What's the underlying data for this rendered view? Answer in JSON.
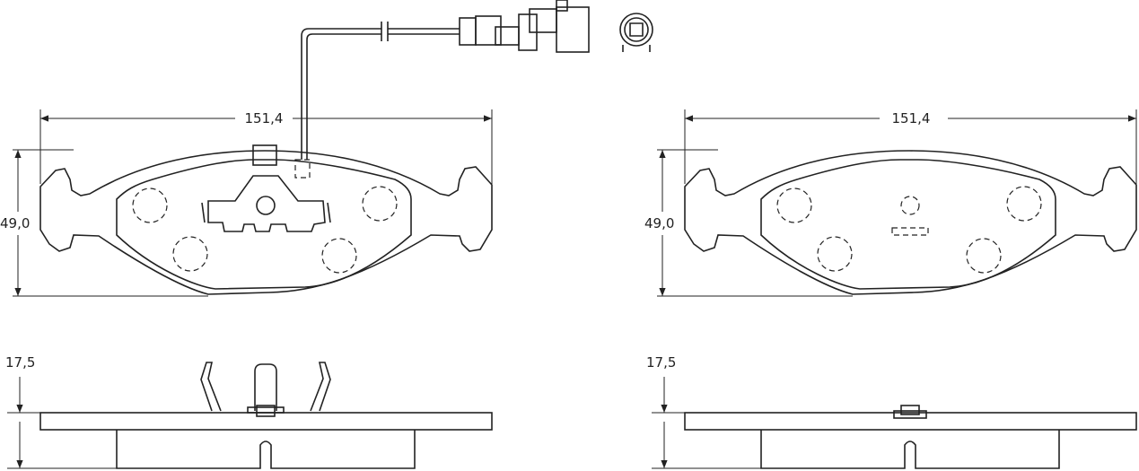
{
  "dimensions": {
    "left_width": "151,4",
    "left_height": "49,0",
    "left_thickness": "17,5",
    "right_width": "151,4",
    "right_height": "49,0",
    "right_thickness": "17,5"
  },
  "colors": {
    "line": "#222222",
    "background": "#ffffff"
  }
}
